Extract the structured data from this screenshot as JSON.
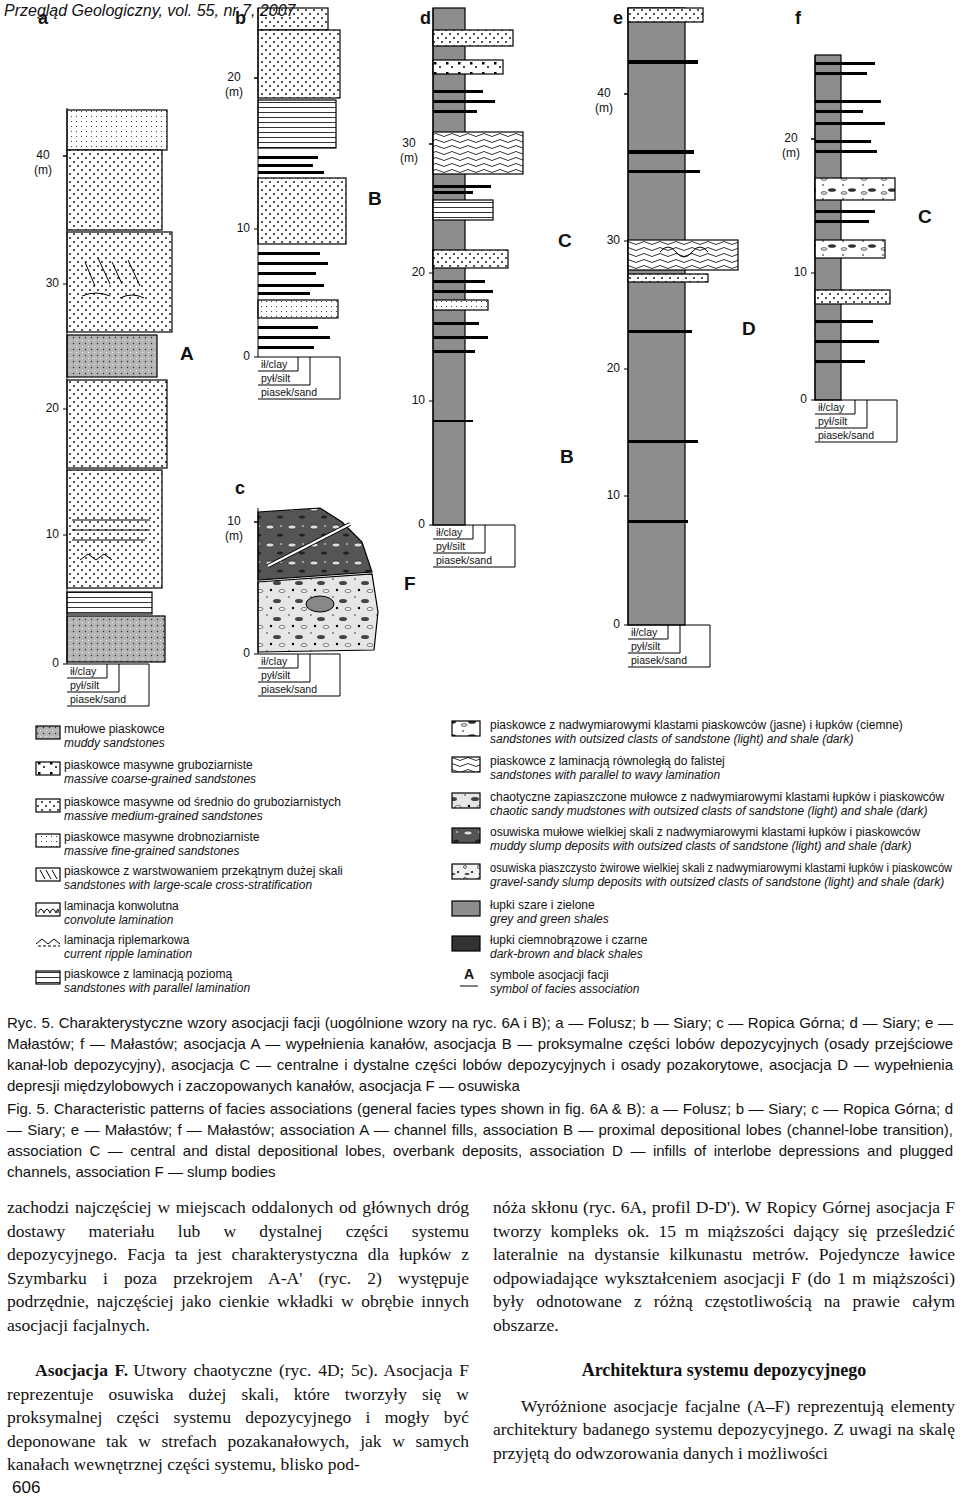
{
  "diagram": {
    "caption": "Ryc. 5. Charakterystyczne wzory asocjacji facji (uogólnione wzory na ryc. 6A i B); a — Folusz; b — Siary; c — Ropica Górna; d — Siary; e — Małastów; f — Małastów; asocjacja A — wypełnienia kanałów, asocjacja B — proksymalne części lobów depozycyjnych (osady przejściowe kanał-lob depozycyjny), asocjacja C — centralne i dystalne części lobów depozycyjnych i osady pozakorytowe, asocjacja D — wypełnienia depresji międzylobowych i zaczopowanych kanałów, asocjacja F — osuwiska",
    "labels": [
      "Przegląd Geologiczny, vol. 55, nr 7, 2007",
      "a",
      "40 (m)",
      "30",
      "20",
      "10",
      "0",
      "ił/clay",
      "pył/silt",
      "piasek/sand",
      "b",
      "20 (m)",
      "10",
      "0",
      "ił/clay",
      "pył/silt",
      "piasek/sand",
      "d",
      "30 (m)",
      "20",
      "10",
      "0",
      "ił/clay",
      "pył/silt",
      "piasek/sand",
      "e",
      "40 (m)",
      "30",
      "20",
      "10",
      "0",
      "ił/clay",
      "pył/silt",
      "piasek/sand",
      "f",
      "20 (m)",
      "10",
      "0",
      "ił/clay",
      "pył/silt",
      "piasek/sand",
      "c",
      "10 (m)",
      "0",
      "ił/clay",
      "pył/silt",
      "piasek/sand",
      "A",
      "B",
      "C",
      "C",
      "D",
      "B",
      "F",
      "A",
      "muddy sandstones",
      "massive coarse-grained sandstones",
      "massive medium-grained sandstones",
      "massive fine-grained sandstones",
      "sandstones with large-scale cross-stratification",
      "convolute lamination",
      "current ripple lamination",
      "sandstones with parallel lamination",
      "sandstones with outsized clasts of sandstone (light) and shale (dark)",
      "sandstones with parallel to wavy lamination",
      "chaotic sandy mudstones with outsized clasts of sandstone (light) and shale (dark)",
      "muddy slump deposits with outsized clasts of sandstone (light) and shale (dark)",
      "gravel-sandy slump deposits with outsized clasts of sandstone (light) and shale (dark)",
      "grey and green shales",
      "dark-brown and black shales",
      "symbol of facies association",
      "Fig. 5. Characteristic patterns of facies associations (general facies types shown in fig. 6A & B): a — Folusz; b — Siary; c — Ropica Górna; d — Siary; e — Małastów; f — Małastów; association A — channel fills, association B — proximal depositional lobes (channel-lobe transition), association C — central and distal depositional lobes, overbank deposits, association D — infills of interlobe depressions and plugged channels, association F — slump bodies",
      "zachodzi najczęściej w miejscach oddalonych od głównych dróg dostawy materiału lub w dystalnej części systemu depozycyjnego. Facja ta jest charakterystyczna dla łupków z Szymbarku i poza przekrojem A-A' (ryc. 2) występuje podrzędnie, najczęściej jako cienkie wkładki w obrębie innych asocjacji facjalnych.",
      "Asocjacja F.",
      "Utwory chaotyczne (ryc. 4D; 5c). Asocjacja F reprezentuje osuwiska dużej skali, które tworzyły się w proksymalnej części systemu depozycyjnego i mogły być deponowane tak w strefach pozakanałowych, jak w samych kanałach wewnętrznej części systemu, blisko pod-",
      "nóża skłonu (ryc. 6A, profil D-D'). W Ropicy Górnej asocjacja F tworzy kompleks ok. 15 m miąższości dający się prześledzić lateralnie na dystansie kilkunastu metrów. Pojedyncze ławice odpowiadające wykształceniem asocjacji F (do 1 m miąższości) były odnotowane z różną częstotliwością na prawie całym obszarze.",
      "Architektura systemu depozycyjnego",
      "Wyróżnione asocjacje facjalne (A–F) reprezentują elementy architektury badanego systemu depozycyjnego. Z uwagi na skalę przyjętą do odwzorowania danych i możliwości",
      "606"
    ],
    "legend": [
      {
        "text": "mułowe piaskowce"
      },
      {
        "text": "piaskowce masywne gruboziarniste"
      },
      {
        "text": "piaskowce masywne od średnio do gruboziarnistych"
      },
      {
        "text": "piaskowce masywne drobnoziarniste"
      },
      {
        "text": "piaskowce z warstwowaniem przekątnym dużej skali"
      },
      {
        "text": "laminacja konwolutna"
      },
      {
        "text": "laminacja riplemarkowa"
      },
      {
        "text": "piaskowce z laminacją poziomą"
      },
      {
        "text": "piaskowce z nadwymiarowymi klastami piaskowców (jasne) i łupków (ciemne)"
      },
      {
        "text": "piaskowce z laminacją równoległą do falistej"
      },
      {
        "text": "chaotyczne zapiaszczone mułowce z nadwymiarowymi klastami łupków i piaskowców"
      },
      {
        "text": "osuwiska mułowe wielkiej skali z nadwymiarowymi klastami łupków i piaskowców"
      },
      {
        "text": "osuwiska piaszczysto żwirowe wielkiej skali z nadwymiarowymi klastami łupków i piaskowców"
      },
      {
        "text": "łupki szare i zielone"
      },
      {
        "text": "łupki ciemnobrązowe i czarne"
      },
      {
        "text": "symbole asocjacji facji"
      }
    ]
  }
}
